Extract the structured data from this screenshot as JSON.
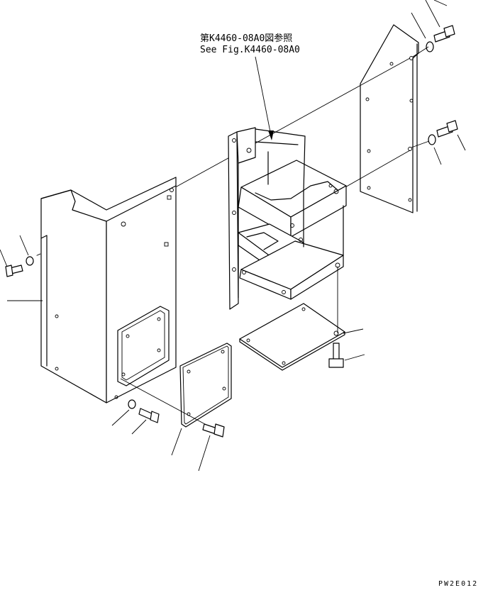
{
  "reference_note": {
    "line1": "第K4460-08A0図参照",
    "line2": "See Fig.K4460-08A0"
  },
  "drawing_code": "PW2E012",
  "colors": {
    "ink": "#000000",
    "paper": "#ffffff"
  },
  "parts": [
    "rear-cover-panel",
    "battery-box-frame",
    "side-cover-panel",
    "access-cover",
    "bottom-plate",
    "bolt",
    "washer"
  ]
}
